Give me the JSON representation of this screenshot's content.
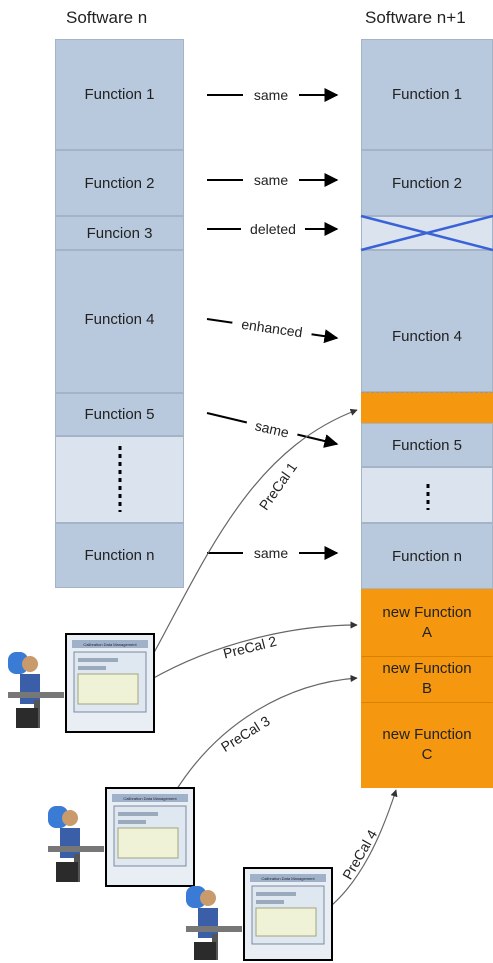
{
  "left_title": "Software n",
  "right_title": "Software n+1",
  "left_functions": {
    "f1": "Function 1",
    "f2": "Function 2",
    "f3": "Funcion 3",
    "f4": "Function 4",
    "f5": "Function 5",
    "fn": "Function n"
  },
  "right_functions": {
    "f1": "Function 1",
    "f2": "Function 2",
    "f4": "Function 4",
    "f5": "Function 5",
    "fn": "Function n",
    "newA": "new Function\nA",
    "newB": "new Function\nB",
    "newC": "new Function\nC"
  },
  "arrow_labels": {
    "a1": "same",
    "a2": "same",
    "a3": "deleted",
    "a4": "enhanced",
    "a5": "same",
    "an": "same"
  },
  "precal_labels": {
    "p1": "PreCal 1",
    "p2": "PreCal 2",
    "p3": "PreCal 3",
    "p4": "PreCal 4"
  },
  "workstation_screen_title": "Calibration Data Management",
  "colors": {
    "block_blue": "#b8c9dd",
    "block_light": "#dbe4ee",
    "block_orange": "#f6980f",
    "deleted_cross": "#3a62d8"
  }
}
